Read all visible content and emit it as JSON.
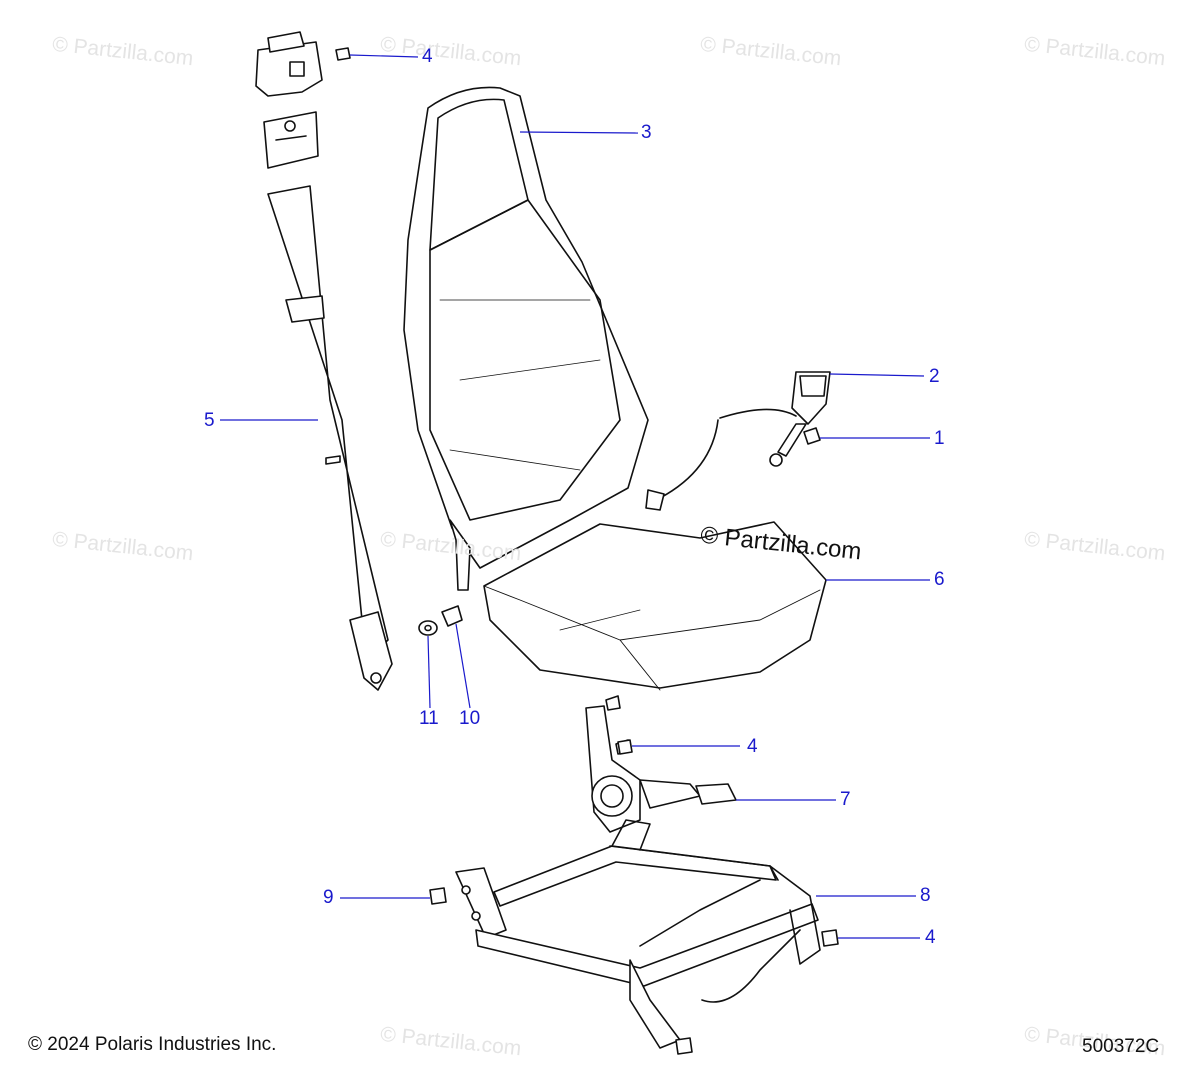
{
  "watermark": "© Partzilla.com",
  "copyright": "© 2024 Polaris Industries Inc.",
  "diagram_id": "500372C",
  "callouts": {
    "c1": "1",
    "c2": "2",
    "c3": "3",
    "c4": "4",
    "c5": "5",
    "c6": "6",
    "c7": "7",
    "c8": "8",
    "c9": "9",
    "c10": "10",
    "c11": "11"
  },
  "colors": {
    "callout": "#1a1acc",
    "line": "#111111",
    "watermark": "#e4e4e4"
  }
}
